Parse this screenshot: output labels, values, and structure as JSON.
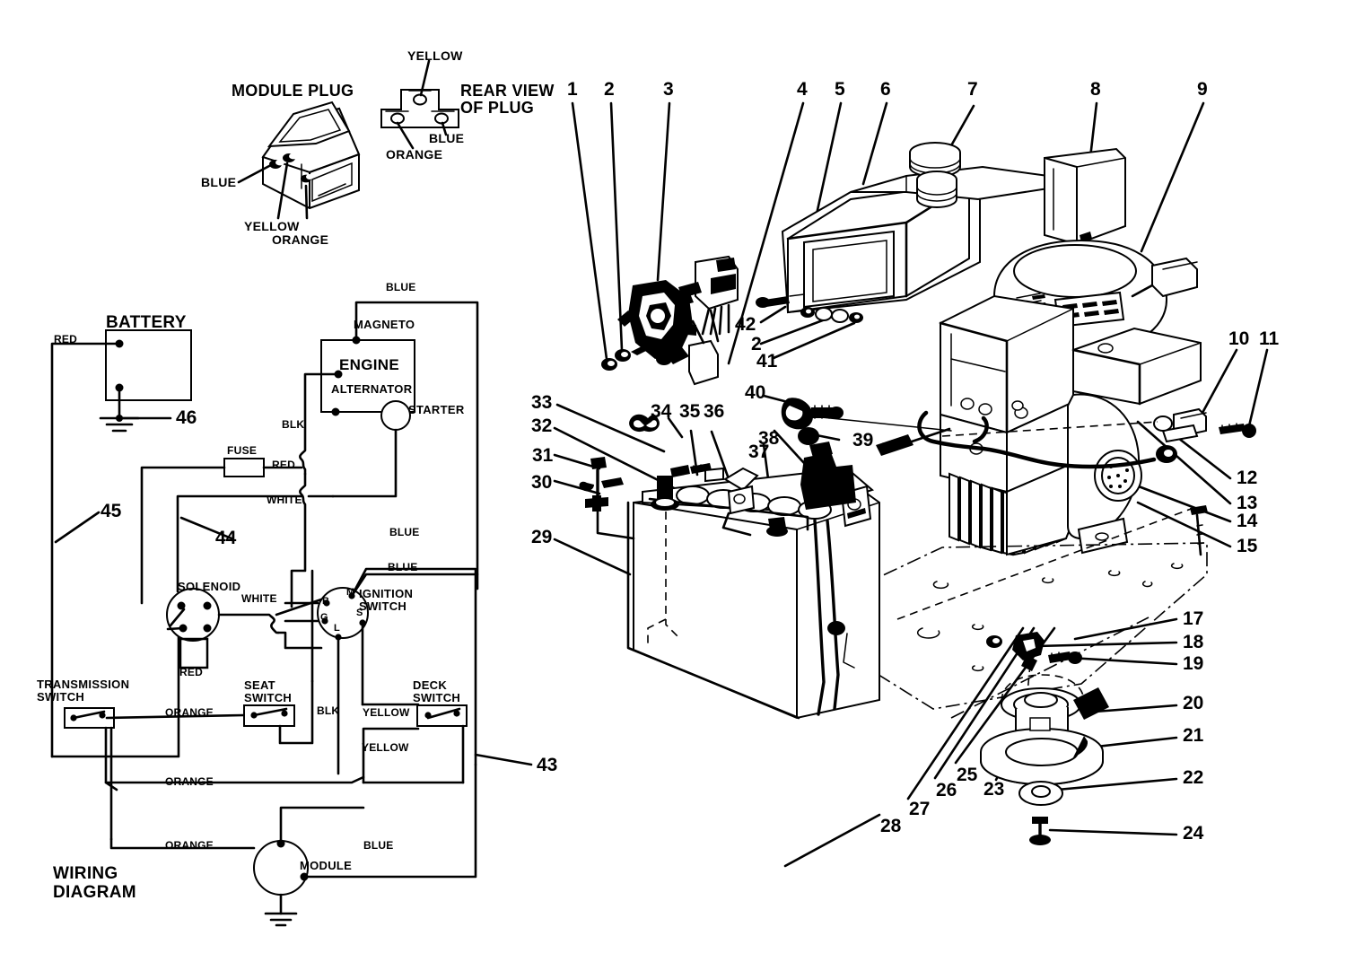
{
  "figure": {
    "title": "Engine, Battery and Electrical Parts Exploded View with Wiring Diagram",
    "background_color": "#ffffff",
    "line_color": "#000000"
  },
  "module_plug_detail": {
    "title": "MODULE PLUG",
    "rear_view_title": "REAR VIEW\nOF PLUG",
    "labels": {
      "blue": "BLUE",
      "yellow": "YELLOW",
      "orange": "ORANGE"
    },
    "rear_labels": {
      "yellow": "YELLOW",
      "blue": "BLUE",
      "orange": "ORANGE"
    }
  },
  "wiring_diagram": {
    "title": "WIRING\nDIAGRAM",
    "components": [
      {
        "id": "battery",
        "label": "BATTERY"
      },
      {
        "id": "engine",
        "label": "ENGINE"
      },
      {
        "id": "alternator",
        "label": "ALTERNATOR"
      },
      {
        "id": "magneto",
        "label": "MAGNETO"
      },
      {
        "id": "starter",
        "label": "STARTER"
      },
      {
        "id": "fuse",
        "label": "FUSE"
      },
      {
        "id": "solenoid",
        "label": "SOLENOID"
      },
      {
        "id": "ignition_switch",
        "label": "IGNITION\nSWITCH"
      },
      {
        "id": "transmission_switch",
        "label": "TRANSMISSION\nSWITCH"
      },
      {
        "id": "seat_switch",
        "label": "SEAT\nSWITCH"
      },
      {
        "id": "deck_switch",
        "label": "DECK\nSWITCH"
      },
      {
        "id": "module",
        "label": "MODULE"
      }
    ],
    "ignition_terminals": [
      "B",
      "M",
      "G",
      "L",
      "S"
    ],
    "wire_labels": [
      {
        "id": "w-red-batt",
        "text": "RED"
      },
      {
        "id": "w-blue-top",
        "text": "BLUE"
      },
      {
        "id": "w-blk-alt",
        "text": "BLK"
      },
      {
        "id": "w-red-fuse",
        "text": "RED"
      },
      {
        "id": "w-white-1",
        "text": "WHITE"
      },
      {
        "id": "w-blue-mid",
        "text": "BLUE"
      },
      {
        "id": "w-blue-ign",
        "text": "BLUE"
      },
      {
        "id": "w-white-sol",
        "text": "WHITE"
      },
      {
        "id": "w-red-sol",
        "text": "RED"
      },
      {
        "id": "w-orange-1",
        "text": "ORANGE"
      },
      {
        "id": "w-blk-seat",
        "text": "BLK"
      },
      {
        "id": "w-yellow-1",
        "text": "YELLOW"
      },
      {
        "id": "w-yellow-2",
        "text": "YELLOW"
      },
      {
        "id": "w-orange-2",
        "text": "ORANGE"
      },
      {
        "id": "w-orange-3",
        "text": "ORANGE"
      },
      {
        "id": "w-blue-mod",
        "text": "BLUE"
      }
    ],
    "callouts": [
      {
        "id": "43",
        "number": "43"
      },
      {
        "id": "44",
        "number": "44"
      },
      {
        "id": "45",
        "number": "45"
      },
      {
        "id": "46",
        "number": "46"
      }
    ]
  },
  "exploded_view": {
    "callouts_top": [
      {
        "number": "1"
      },
      {
        "number": "2"
      },
      {
        "number": "3"
      },
      {
        "number": "4"
      },
      {
        "number": "5"
      },
      {
        "number": "6"
      },
      {
        "number": "7"
      },
      {
        "number": "8"
      },
      {
        "number": "9"
      }
    ],
    "callouts_right_upper": [
      {
        "number": "10"
      },
      {
        "number": "11"
      },
      {
        "number": "12"
      },
      {
        "number": "13"
      },
      {
        "number": "14"
      },
      {
        "number": "15"
      }
    ],
    "callouts_right_lower": [
      {
        "number": "17"
      },
      {
        "number": "18"
      },
      {
        "number": "19"
      },
      {
        "number": "20"
      },
      {
        "number": "21"
      },
      {
        "number": "22"
      },
      {
        "number": "24"
      }
    ],
    "callouts_bottom": [
      {
        "number": "23"
      },
      {
        "number": "25"
      },
      {
        "number": "26"
      },
      {
        "number": "27"
      },
      {
        "number": "28"
      }
    ],
    "callouts_left": [
      {
        "number": "29"
      },
      {
        "number": "30"
      },
      {
        "number": "31"
      },
      {
        "number": "32"
      },
      {
        "number": "33"
      }
    ],
    "callouts_center": [
      {
        "number": "34"
      },
      {
        "number": "35"
      },
      {
        "number": "36"
      },
      {
        "number": "37"
      },
      {
        "number": "38"
      },
      {
        "number": "39"
      },
      {
        "number": "40"
      },
      {
        "number": "41"
      },
      {
        "number": "42"
      },
      {
        "number": "2"
      }
    ]
  }
}
